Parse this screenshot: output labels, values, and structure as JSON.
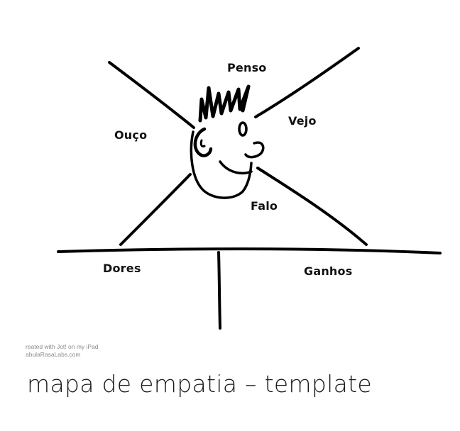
{
  "diagram": {
    "labels": {
      "penso": "Penso",
      "vejo": "Vejo",
      "ouco": "Ouço",
      "falo": "Falo",
      "dores": "Dores",
      "ganhos": "Ganhos"
    },
    "watermark": {
      "line1": "reated with Jot! on my iPad",
      "line2": "abulaRasaLabs.com"
    }
  },
  "caption": "mapa de empatia – template"
}
